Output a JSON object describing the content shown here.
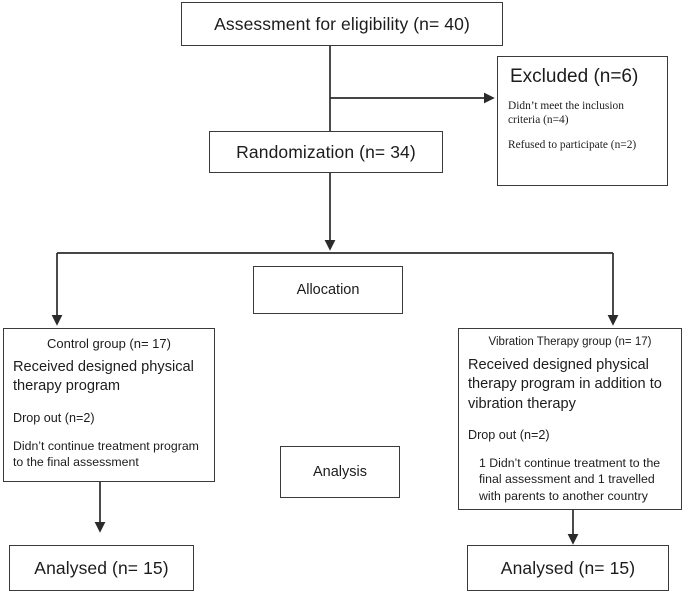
{
  "diagram": {
    "type": "consort-flow-diagram",
    "stroke_color": "#3a3a3a",
    "text_color": "#1c1c1c",
    "background": "#ffffff"
  },
  "enrollment": {
    "assessment_box": {
      "label": "Assessment for eligibility (n= 40)"
    },
    "excluded_box": {
      "title": "Excluded (n=6)",
      "reasons": [
        "Didn’t meet the inclusion criteria (n=4)",
        "Refused to participate (n=2)"
      ]
    },
    "randomization_box": {
      "label": "Randomization (n= 34)"
    }
  },
  "allocation": {
    "stage_label": "Allocation",
    "control_group": {
      "header": "Control group (n= 17)",
      "intervention": "Received designed physical therapy program",
      "dropout_label": "Drop out (n=2)",
      "dropout_detail": "Didn’t continue treatment program to the final assessment"
    },
    "vibration_group": {
      "header": "Vibration Therapy group (n= 17)",
      "intervention": "Received designed physical therapy program in addition to vibration therapy",
      "dropout_label": "Drop out (n=2)",
      "dropout_detail": "1 Didn’t continue treatment to the final assessment and 1 travelled with parents to another country"
    }
  },
  "analysis": {
    "stage_label": "Analysis",
    "control_analysed": {
      "label": "Analysed (n= 15)"
    },
    "vibration_analysed": {
      "label": "Analysed (n= 15)"
    }
  },
  "chart_data": {
    "type": "diagram-flow",
    "title": "CONSORT participant flow",
    "nodes": [
      {
        "id": "assessment",
        "label": "Assessment for eligibility (n= 40)",
        "n": 40,
        "stage": "enrollment"
      },
      {
        "id": "excluded",
        "label": "Excluded (n=6)",
        "n": 6,
        "stage": "enrollment"
      },
      {
        "id": "randomization",
        "label": "Randomization (n= 34)",
        "n": 34,
        "stage": "enrollment"
      },
      {
        "id": "allocation",
        "label": "Allocation",
        "stage": "allocation"
      },
      {
        "id": "control",
        "label": "Control group (n= 17)",
        "n": 17,
        "stage": "allocation"
      },
      {
        "id": "vibration",
        "label": "Vibration Therapy group (n= 17)",
        "n": 17,
        "stage": "allocation"
      },
      {
        "id": "analysis",
        "label": "Analysis",
        "stage": "analysis"
      },
      {
        "id": "control_analysed",
        "label": "Analysed (n= 15)",
        "n": 15,
        "stage": "analysis"
      },
      {
        "id": "vibration_analysed",
        "label": "Analysed (n= 15)",
        "n": 15,
        "stage": "analysis"
      }
    ],
    "edges": [
      {
        "from": "assessment",
        "to": "excluded"
      },
      {
        "from": "assessment",
        "to": "randomization"
      },
      {
        "from": "randomization",
        "to": "control"
      },
      {
        "from": "randomization",
        "to": "vibration"
      },
      {
        "from": "control",
        "to": "control_analysed"
      },
      {
        "from": "vibration",
        "to": "vibration_analysed"
      }
    ]
  }
}
